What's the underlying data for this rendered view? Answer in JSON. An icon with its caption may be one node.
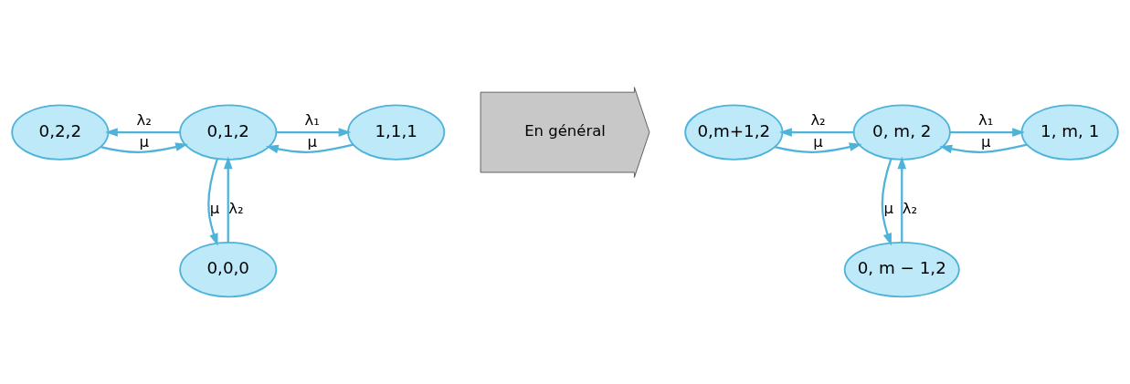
{
  "diagram": {
    "nodes": [
      {
        "text": [
          "0,2,2"
        ]
      },
      {
        "text": [
          "0,1,2"
        ]
      },
      {
        "text": [
          "1,1,1"
        ]
      },
      {
        "text": [
          "0,0,0"
        ]
      },
      {
        "text": [
          "En général"
        ]
      },
      {
        "text": [
          "0,m+1,2"
        ]
      },
      {
        "text": [
          "0, m, 2"
        ]
      },
      {
        "text": [
          "1, m, 1"
        ]
      },
      {
        "text": [
          "0, m − 1,2"
        ]
      }
    ],
    "edges": [
      {
        "from": 1,
        "to": 0,
        "arrow": "to",
        "label": "λ₂"
      },
      {
        "from": 0,
        "to": 1,
        "arrow": "to",
        "label": "μ"
      },
      {
        "from": 1,
        "to": 2,
        "arrow": "to",
        "label": "λ₁"
      },
      {
        "from": 2,
        "to": 1,
        "arrow": "to",
        "label": "μ"
      },
      {
        "from": 3,
        "to": 1,
        "arrow": "to",
        "label": "λ₂"
      },
      {
        "from": 1,
        "to": 3,
        "arrow": "to",
        "label": "μ"
      },
      {
        "from": 6,
        "to": 5,
        "arrow": "to",
        "label": "λ₂"
      },
      {
        "from": 5,
        "to": 6,
        "arrow": "to",
        "label": "μ"
      },
      {
        "from": 6,
        "to": 7,
        "arrow": "to",
        "label": "λ₁"
      },
      {
        "from": 7,
        "to": 6,
        "arrow": "to",
        "label": "μ"
      },
      {
        "from": 8,
        "to": 6,
        "arrow": "to",
        "label": "λ₂"
      },
      {
        "from": 6,
        "to": 8,
        "arrow": "to",
        "label": "μ"
      }
    ]
  }
}
